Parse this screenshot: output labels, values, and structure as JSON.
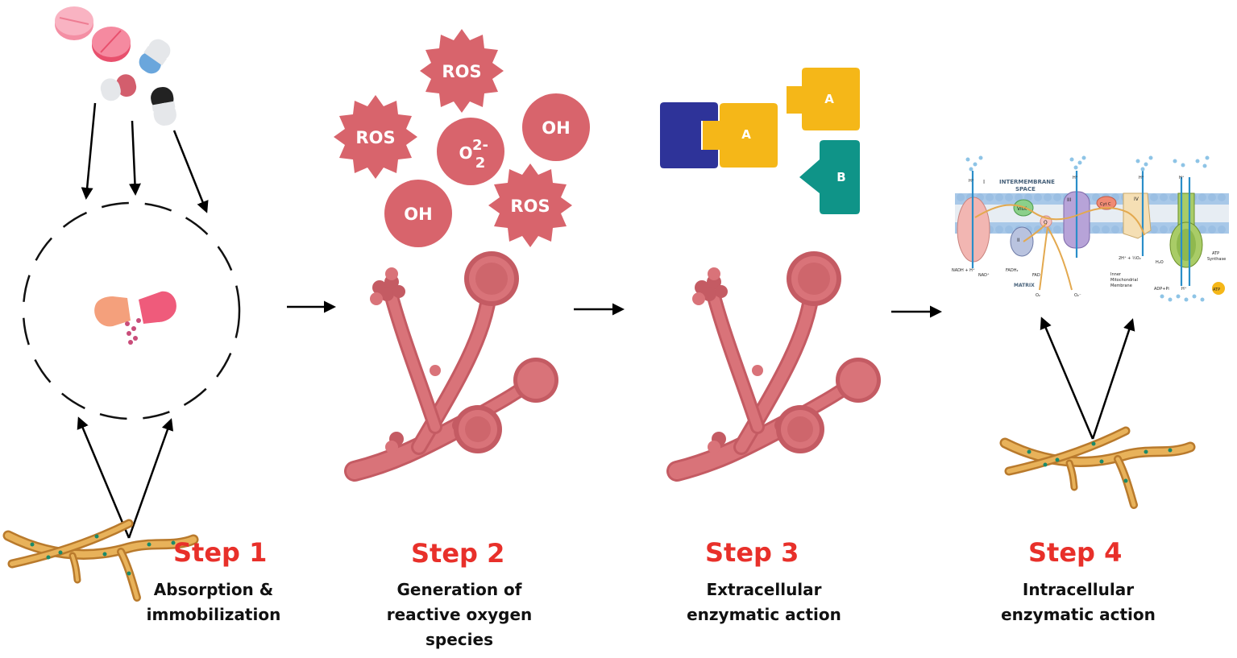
{
  "steps": [
    {
      "title": "Step 1",
      "desc": [
        "Absorption &",
        "immobilization"
      ]
    },
    {
      "title": "Step 2",
      "desc": [
        "Generation of",
        "reactive oxygen",
        "species"
      ]
    },
    {
      "title": "Step 3",
      "desc": [
        "Extracellular",
        "enzymatic action"
      ]
    },
    {
      "title": "Step 4",
      "desc": [
        "Intracellular",
        "enzymatic action"
      ]
    }
  ],
  "reactive_species": {
    "ros": "ROS",
    "oh": "OH",
    "o2": "O",
    "o2_sub": "2",
    "o2_charge": "2-"
  },
  "enzymes": {
    "a": "A",
    "b": "B"
  },
  "mito_labels": {
    "intermembrane": "INTERMEMBRANE",
    "space": "SPACE",
    "matrix": "MATRIX",
    "complex_i": "I",
    "complex_ii": "II",
    "complex_iii": "III",
    "complex_iv": "IV",
    "vitk": "VitK",
    "q": "Q",
    "cytc": "Cyt C",
    "h_plus": "H⁺",
    "nadh": "NADH + H⁺",
    "nad": "NAD⁺",
    "fadh2": "FADH₂",
    "fad": "FAD",
    "o2_left": "O₂",
    "o2_right": "O₂⁻",
    "water_rxn": "2H⁺ + ½O₂",
    "h2o": "H₂O",
    "inner_membrane": [
      "Inner",
      "Mitochondrial",
      "Membrane"
    ],
    "atp_synthase": [
      "ATP",
      "Synthase"
    ],
    "adp": "ADP+Pi",
    "atp": "ATP"
  },
  "colors": {
    "step_red": "#e8302a",
    "fungus_pink": "#d06b72",
    "ros_pink": "#d8646c",
    "enzyme_navy": "#2e3399",
    "enzyme_yellow": "#f5b718",
    "enzyme_teal": "#0f9488",
    "hyphae_tan": "#e3a94f"
  },
  "icons": [
    "tablet-icon",
    "capsule-icon",
    "fungal-hyphae-icon",
    "fungus-icon",
    "mitochondrial-membrane-icon"
  ]
}
